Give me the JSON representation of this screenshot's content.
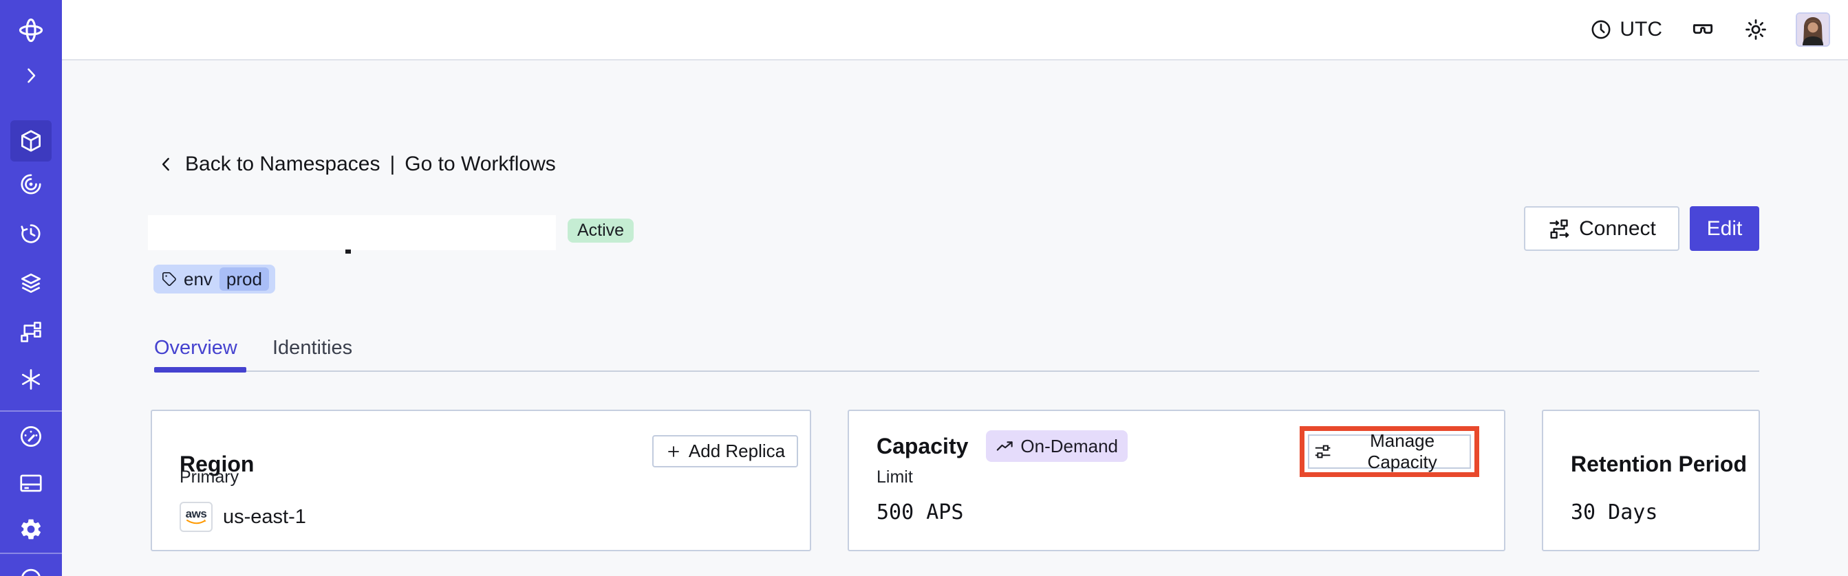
{
  "topbar": {
    "timezone": "UTC",
    "icons": [
      "clock-icon",
      "glasses-icon",
      "sun-icon",
      "user-avatar"
    ]
  },
  "sidebar": {
    "items": [
      {
        "icon": "temporal-logo",
        "active": false
      },
      {
        "icon": "expand-chevron-icon",
        "active": false
      },
      {
        "icon": "namespaces-cube-icon",
        "active": true
      },
      {
        "icon": "workflows-spiral-icon",
        "active": false
      },
      {
        "icon": "schedules-history-icon",
        "active": false
      },
      {
        "icon": "deployments-layers-icon",
        "active": false
      },
      {
        "icon": "pipeline-branch-icon",
        "active": false
      },
      {
        "icon": "nexus-asterisk-icon",
        "active": false
      },
      {
        "icon": "usage-gauge-icon",
        "active": false
      },
      {
        "icon": "billing-card-icon",
        "active": false
      },
      {
        "icon": "settings-gear-icon",
        "active": false
      },
      {
        "icon": "help-circle-icon-partial",
        "active": false
      }
    ]
  },
  "breadcrumb": {
    "back_label": "Back to Namespaces",
    "separator": "|",
    "forward_label": "Go to Workflows"
  },
  "namespace": {
    "name_redacted": true,
    "status": "Active",
    "tag": {
      "key": "env",
      "value": "prod"
    }
  },
  "actions": {
    "connect": "Connect",
    "edit": "Edit"
  },
  "tabs": [
    {
      "label": "Overview",
      "active": true
    },
    {
      "label": "Identities",
      "active": false
    }
  ],
  "cards": {
    "region": {
      "title": "Region",
      "action": "Add Replica",
      "label": "Primary",
      "provider": "aws",
      "value": "us-east-1"
    },
    "capacity": {
      "title": "Capacity",
      "badge": "On-Demand",
      "action": "Manage Capacity",
      "action_highlighted": true,
      "label": "Limit",
      "value": "500 APS"
    },
    "retention": {
      "title": "Retention Period",
      "value": "30 Days"
    }
  },
  "colors": {
    "sidebar": "#4A47D8",
    "sidebar_active": "#3D3ABF",
    "accent": "#4542CF",
    "edit_button": "#4946D8",
    "highlight_box": "#E8492C",
    "status_badge_bg": "#C5EDD3",
    "tag_chip_bg": "#C9D8FC",
    "tag_pill_bg": "#A9BEF6",
    "ondemand_badge_bg": "#E5DCFB",
    "aws_orange": "#FF9900",
    "page_bg": "#F7F8FA"
  }
}
